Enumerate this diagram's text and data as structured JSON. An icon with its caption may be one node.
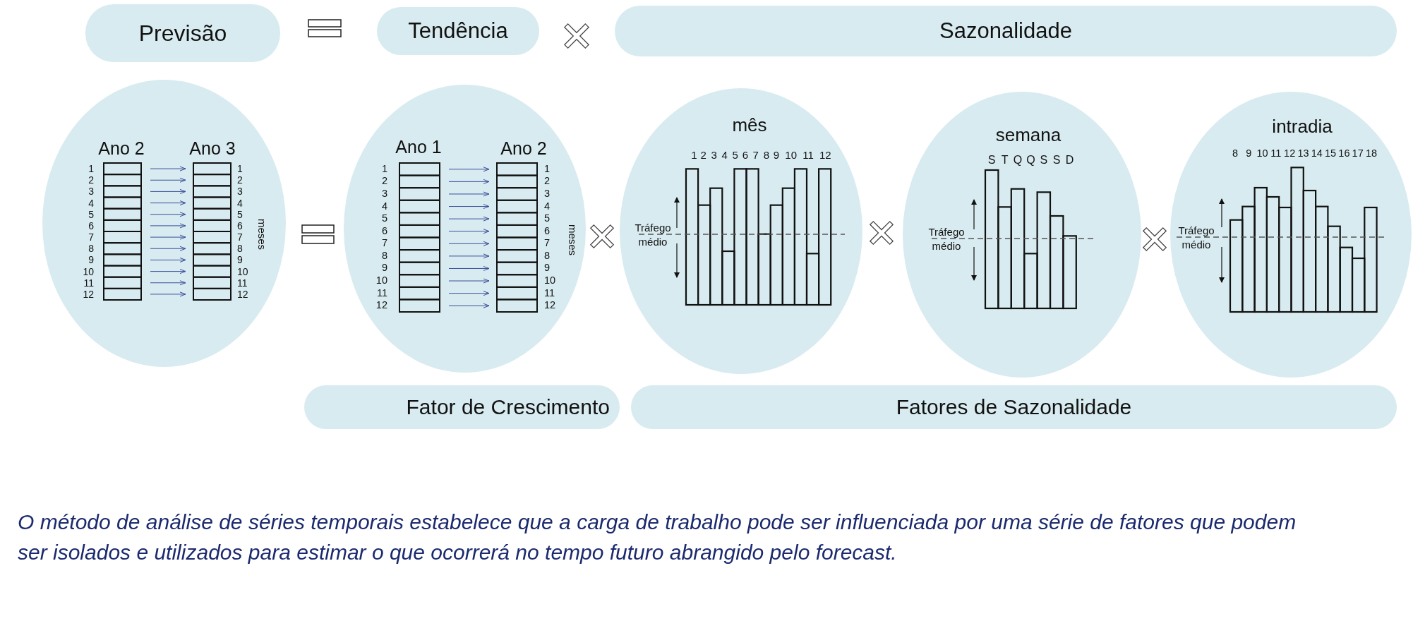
{
  "diagram": {
    "caption": "O método de análise de séries temporais estabelece que a carga de trabalho pode ser influenciada por uma série de fatores que podem ser isolados e utilizados para estimar o que ocorrerá no tempo futuro abrangido pelo forecast.",
    "nodes": [
      {
        "text": [
          "Previsão"
        ]
      },
      {
        "text": [
          "Tendência"
        ]
      },
      {
        "text": [
          "Sazonalidade"
        ]
      },
      {
        "text": [
          "Ano 2",
          "Ano 3"
        ]
      },
      {
        "text": [
          "Ano 1",
          "Ano 2"
        ]
      },
      {
        "text": [
          "mês"
        ]
      },
      {
        "text": [
          "semana"
        ]
      },
      {
        "text": [
          "intradia"
        ]
      },
      {
        "text": [
          "Fator de Crescimento"
        ]
      },
      {
        "text": [
          "Fatores de Sazonalidade"
        ]
      }
    ],
    "labels": [
      "1",
      "2",
      "3",
      "4",
      "5",
      "6",
      "7",
      "8",
      "9",
      "10",
      "11",
      "12",
      "1",
      "2",
      "3",
      "4",
      "5",
      "6",
      "7",
      "8",
      "9",
      "10",
      "11",
      "12",
      "meses",
      "1",
      "2",
      "3",
      "4",
      "5",
      "6",
      "7",
      "8",
      "9",
      "10",
      "11",
      "12",
      "1",
      "2",
      "3",
      "4",
      "5",
      "6",
      "7",
      "8",
      "9",
      "10",
      "11",
      "12",
      "meses",
      "1",
      "2",
      "3",
      "4",
      "5",
      "6",
      "7",
      "8",
      "9",
      "10",
      "11",
      "12",
      "Tráfego médio",
      "S",
      "T",
      "Q",
      "Q",
      "S",
      "S",
      "D",
      "Tráfego médio",
      "8",
      "9",
      "10",
      "11",
      "12",
      "13",
      "14",
      "15",
      "16",
      "17",
      "18",
      "Tráfego médio"
    ]
  }
}
